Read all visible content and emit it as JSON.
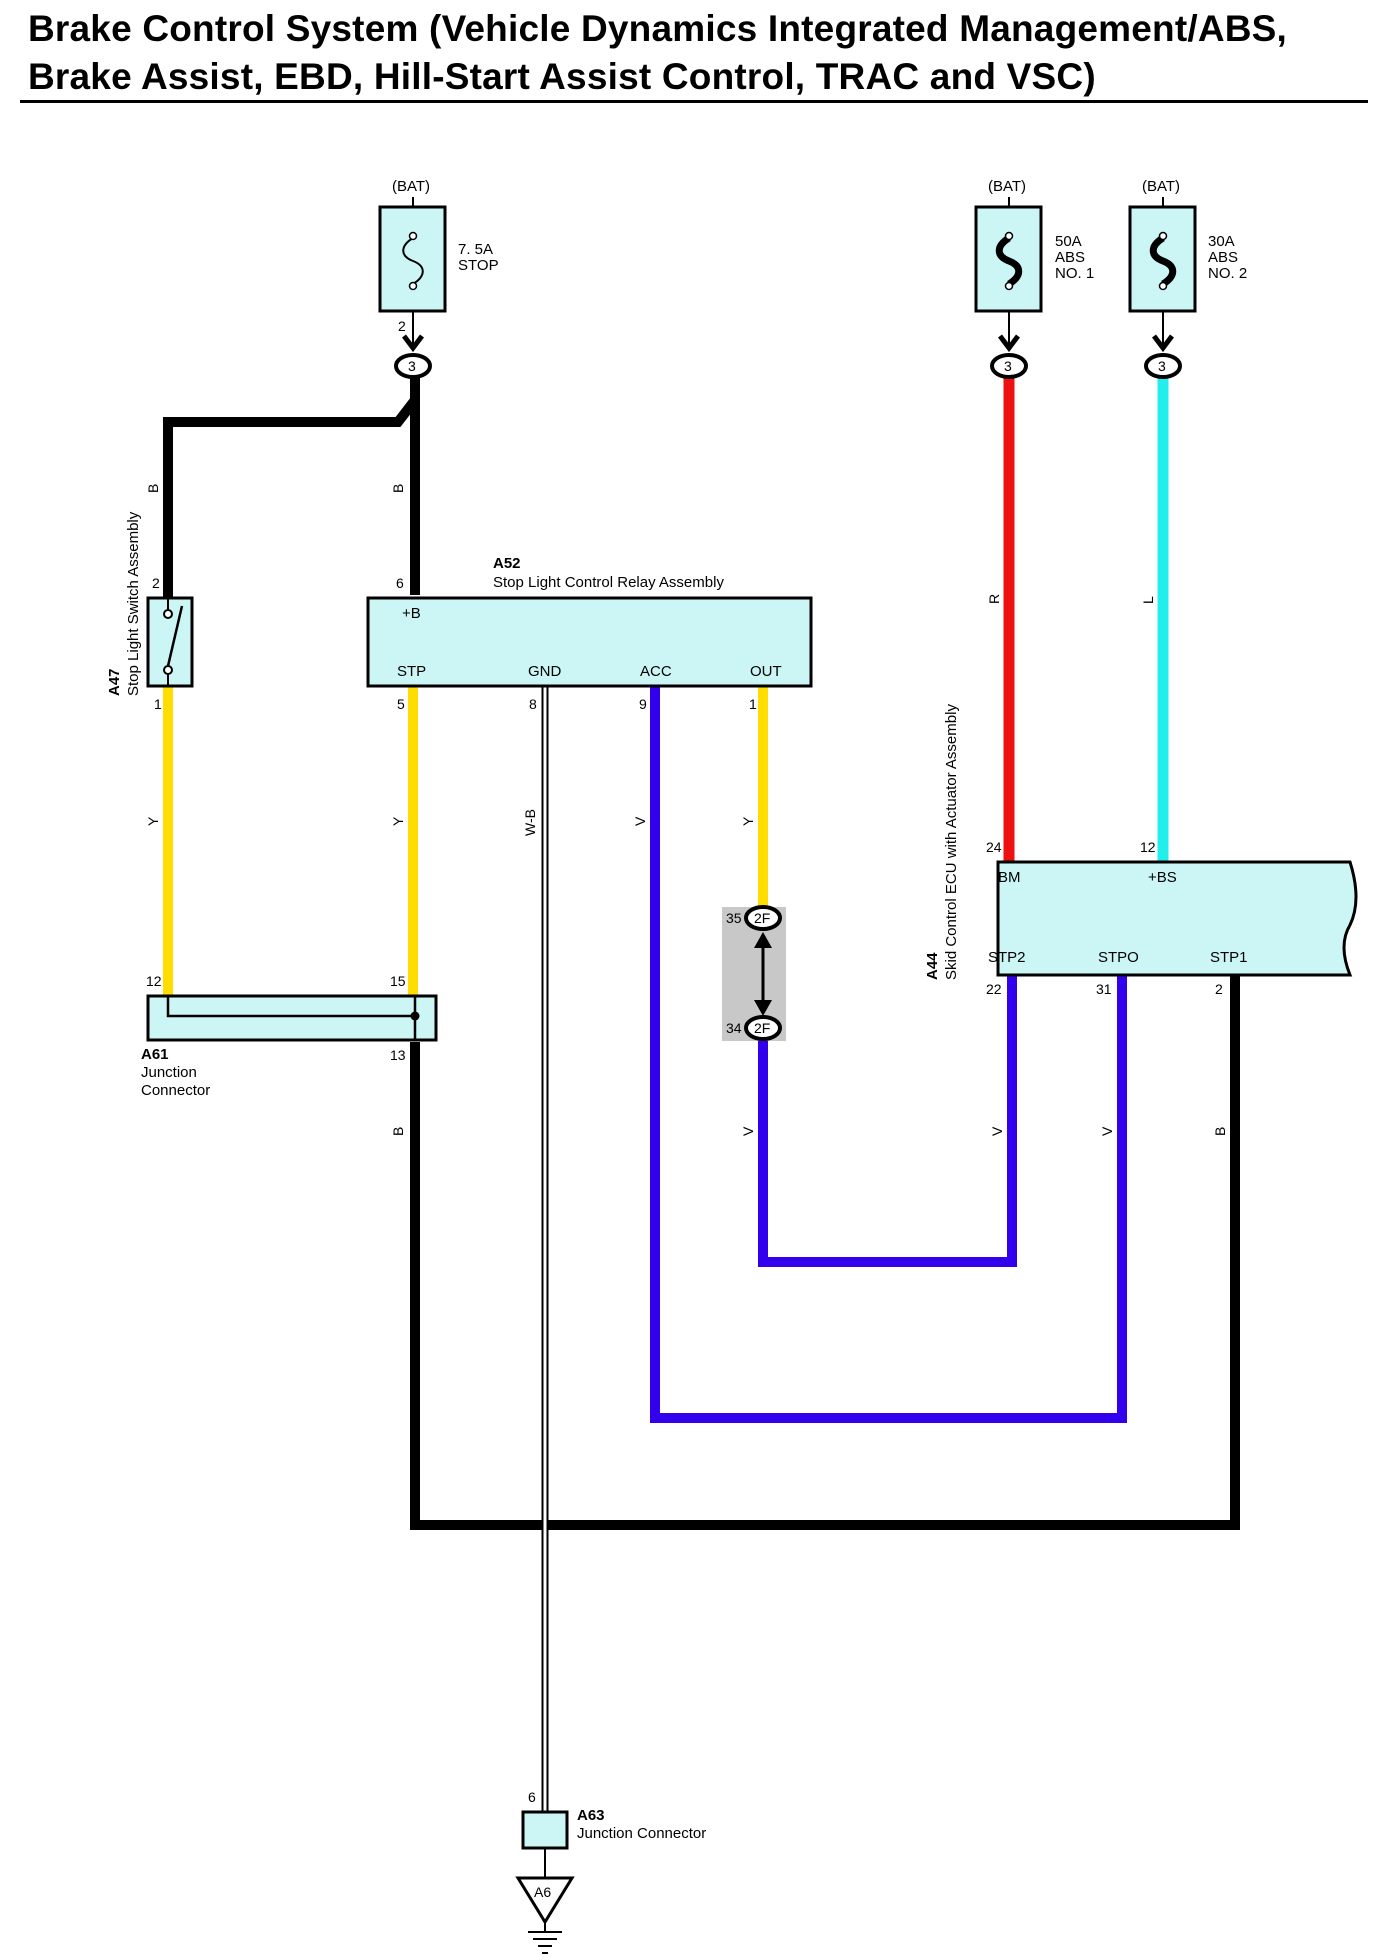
{
  "title": {
    "line1": "Brake Control System (Vehicle Dynamics Integrated Management/ABS,",
    "line2": "Brake Assist, EBD, Hill-Start Assist Control, TRAC and VSC)"
  },
  "colors": {
    "B": "#000000",
    "Y": "#ffdd00",
    "V": "#3300ee",
    "R": "#ee1111",
    "L": "#22eeee",
    "W-B": "#ffffff",
    "component_fill": "#ccf5f5",
    "connector_shade": "#c8c8c8"
  },
  "fuses": [
    {
      "source": "(BAT)",
      "rating": "7. 5A",
      "name": "STOP",
      "out_pin": "2",
      "junction": "3"
    },
    {
      "source": "(BAT)",
      "rating": "50A",
      "name1": "ABS",
      "name2": "NO. 1",
      "junction": "3"
    },
    {
      "source": "(BAT)",
      "rating": "30A",
      "name1": "ABS",
      "name2": "NO. 2",
      "junction": "3"
    }
  ],
  "a47": {
    "code": "A47",
    "name": "Stop Light Switch Assembly",
    "pin_top": "2",
    "pin_bottom": "1"
  },
  "a52": {
    "code": "A52",
    "name": "Stop Light Control Relay Assembly",
    "terminals": {
      "b": "+B",
      "stp": "STP",
      "gnd": "GND",
      "acc": "ACC",
      "out": "OUT"
    },
    "pins": {
      "b": "6",
      "stp": "5",
      "gnd": "8",
      "acc": "9",
      "out": "1"
    }
  },
  "a61": {
    "code": "A61",
    "name1": "Junction",
    "name2": "Connector",
    "pins": {
      "left": "12",
      "right": "15",
      "out": "13"
    }
  },
  "a44": {
    "code": "A44",
    "name": "Skid Control ECU with Actuator Assembly",
    "terminals": {
      "bm": "BM",
      "bs": "+BS",
      "stp2": "STP2",
      "stpo": "STPO",
      "stp1": "STP1"
    },
    "pins": {
      "bm": "24",
      "bs": "12",
      "stp2": "22",
      "stpo": "31",
      "stp1": "2"
    }
  },
  "inline_connector": {
    "code": "2F",
    "pin_top": "35",
    "pin_bottom": "34"
  },
  "a63": {
    "code": "A63",
    "name": "Junction Connector",
    "pin": "6"
  },
  "ground": {
    "code": "A6"
  },
  "wire_labels": {
    "b_left": "B",
    "b_mid": "B",
    "y_left": "Y",
    "y_mid": "Y",
    "wb": "W-B",
    "v_acc": "V",
    "y_out": "Y",
    "r": "R",
    "l": "L",
    "b_lower": "B",
    "v_conn": "V",
    "v_stp2": "V",
    "v_stpo": "V",
    "b_stp1": "B"
  }
}
